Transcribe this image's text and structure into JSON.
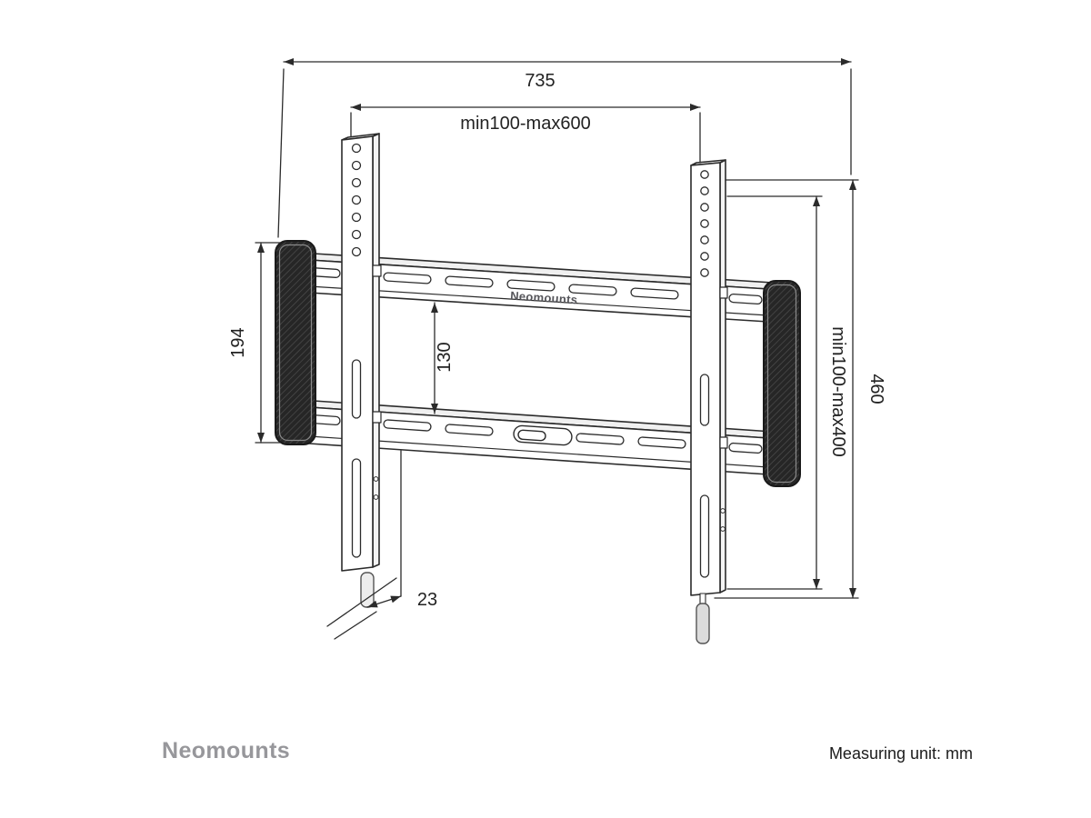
{
  "labels": {
    "width_total": "735",
    "vesa_horizontal": "min100-max600",
    "cap_height": "194",
    "bar_spacing": "130",
    "vesa_vertical": "min100-max400",
    "height_total": "460",
    "profile_depth": "23"
  },
  "product": {
    "brand": "Neomounts"
  },
  "footer": {
    "brand": "Neomounts",
    "unit_note": "Measuring unit: mm"
  },
  "colors": {
    "line": "#2b2b2b",
    "cap_dark": "#262626",
    "brand_gray": "#97979b"
  }
}
